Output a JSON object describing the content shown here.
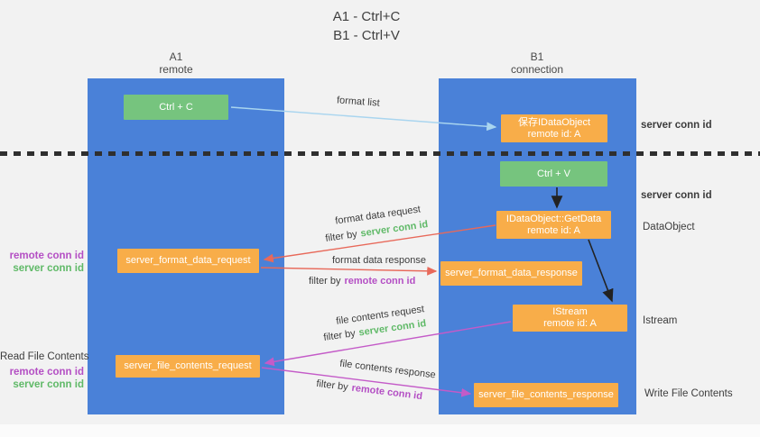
{
  "title": {
    "line1": "A1 - Ctrl+C",
    "line2": "B1 - Ctrl+V"
  },
  "columns": {
    "left": {
      "id": "A1",
      "name": "remote"
    },
    "right": {
      "id": "B1",
      "name": "connection"
    }
  },
  "nodes": {
    "ctrl_c": {
      "label": "Ctrl + C"
    },
    "ctrl_v": {
      "label": "Ctrl + V"
    },
    "save_idataobject": {
      "line1": "保存IDataObject",
      "line2": "remote id: A"
    },
    "getdata": {
      "line1": "IDataObject::GetData",
      "line2": "remote id: A"
    },
    "istream": {
      "line1": "IStream",
      "line2": "remote id: A"
    },
    "format_request": {
      "label": "server_format_data_request"
    },
    "format_response": {
      "label": "server_format_data_response"
    },
    "file_request": {
      "label": "server_file_contents_request"
    },
    "file_response": {
      "label": "server_file_contents_response"
    }
  },
  "arrow_labels": {
    "format_list": "format list",
    "format_data_request": "format data request",
    "format_data_response": "format data response",
    "file_contents_request": "file contents request",
    "file_contents_response": "file contents response",
    "filter_by": "filter by",
    "server_conn_id": "server conn id",
    "remote_conn_id": "remote conn id"
  },
  "left_labels": {
    "remote_conn_id": "remote conn id",
    "server_conn_id": "server conn id",
    "read_file_contents": "Read File Contents"
  },
  "right_labels": {
    "server_conn_id_top": "server conn id",
    "server_conn_id_mid": "server conn id",
    "dataobject": "DataObject",
    "istream": "Istream",
    "write_file_contents": "Write File Contents"
  },
  "colors": {
    "column_blue": "#4a81d8",
    "node_green": "#76c47e",
    "node_orange": "#f8ad49",
    "arrow_blue": "#a9d5ef",
    "arrow_red": "#e8695a",
    "arrow_magenta": "#c45bc8",
    "arrow_black": "#222222",
    "text_green": "#5fb967",
    "text_purple": "#b44fc4",
    "text_dark": "#3c3c3c",
    "background": "#f2f2f2"
  }
}
